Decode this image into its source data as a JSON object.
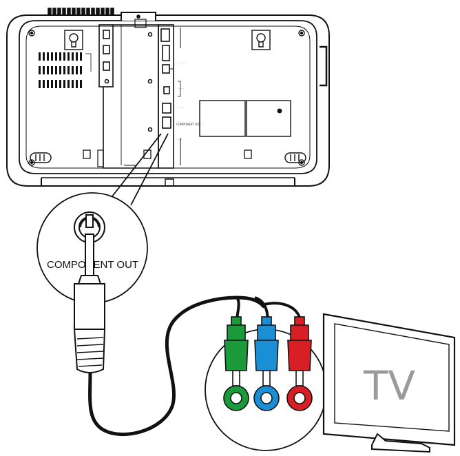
{
  "diagram": {
    "zoom_label": "COMPONENT OUT",
    "tv_label": "TV",
    "panel_labels": [
      "COMPONENT OUT"
    ],
    "colors": {
      "line": "#111111",
      "green": "#1a9a3a",
      "blue": "#1a8fd6",
      "red": "#d91f26",
      "tv_text": "#9a9a9a",
      "cable": "#111111"
    }
  }
}
